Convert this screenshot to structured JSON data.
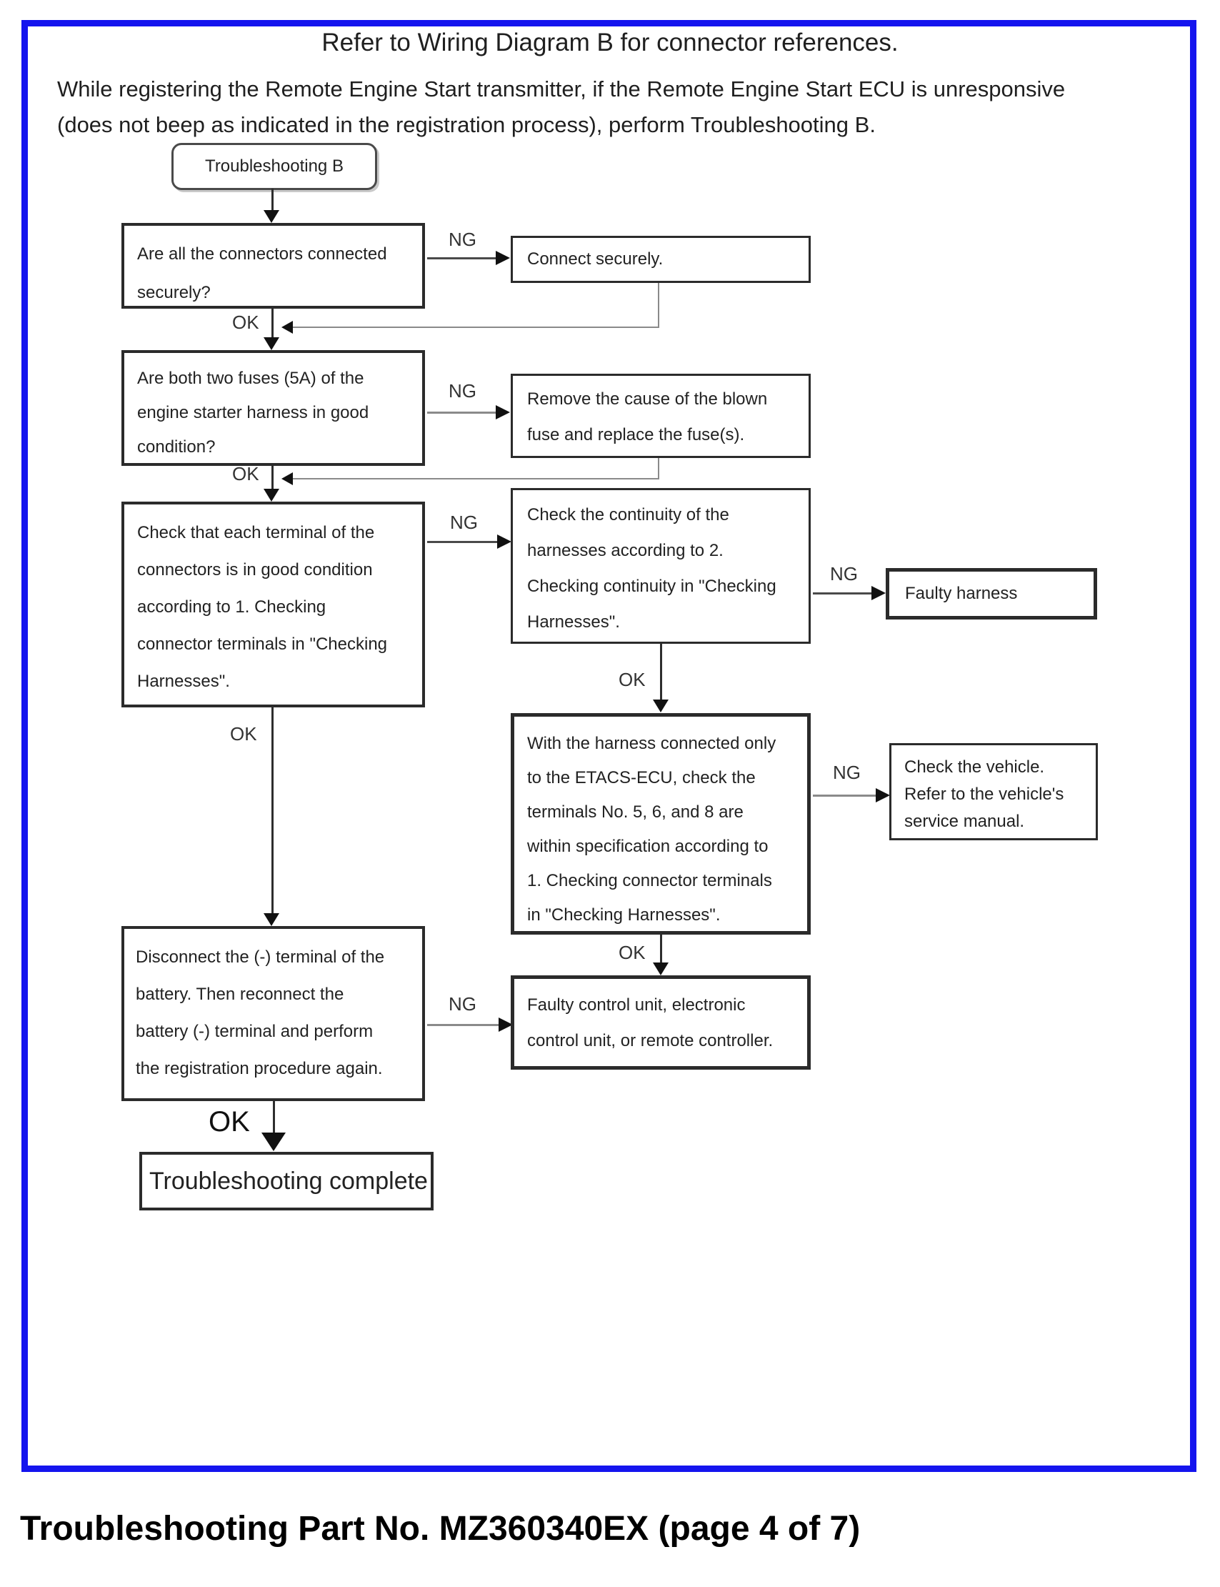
{
  "page": {
    "title": "Refer to Wiring Diagram B for connector references.",
    "intro": {
      "line1": "While registering the Remote Engine Start transmitter, if the Remote Engine Start ECU is unresponsive",
      "line2": "(does not beep as indicated in the registration process), perform Troubleshooting B."
    },
    "footer": "Troubleshooting Part No. MZ360340EX (page 4 of 7)"
  },
  "labels": {
    "ng": "NG",
    "ok": "OK"
  },
  "flow": {
    "start": {
      "label": "Troubleshooting B"
    },
    "a1": {
      "lines": [
        "Are all the connectors connected",
        "securely?"
      ]
    },
    "b1": {
      "lines": [
        "Connect securely."
      ]
    },
    "a2": {
      "lines": [
        "Are both two fuses (5A) of the",
        "engine starter harness in good",
        "condition?"
      ]
    },
    "b2": {
      "lines": [
        "Remove the cause of the blown",
        "fuse and replace the fuse(s)."
      ]
    },
    "a3": {
      "lines": [
        "Check that each terminal of the",
        "connectors is in good condition",
        "according to 1. Checking",
        "connector terminals in \"Checking",
        "Harnesses\"."
      ]
    },
    "b3": {
      "lines": [
        "Check the continuity of the",
        "harnesses according to 2.",
        "Checking continuity in \"Checking",
        "Harnesses\"."
      ]
    },
    "c1": {
      "lines": [
        "Faulty harness"
      ]
    },
    "b4": {
      "lines": [
        "With the harness connected only",
        "to the ETACS-ECU, check the",
        "terminals No. 5, 6, and 8 are",
        "within specification according to",
        "1. Checking connector terminals",
        "in \"Checking Harnesses\"."
      ]
    },
    "c2": {
      "lines": [
        "Check the vehicle.",
        "Refer to the vehicle's",
        "service manual."
      ]
    },
    "a4": {
      "lines": [
        "Disconnect the (-) terminal of the",
        "battery. Then reconnect the",
        "battery (-) terminal and perform",
        "the registration procedure again."
      ]
    },
    "c3": {
      "lines": [
        "Faulty control unit, electronic",
        "control unit, or remote controller."
      ]
    },
    "end": {
      "label": "Troubleshooting complete"
    }
  }
}
